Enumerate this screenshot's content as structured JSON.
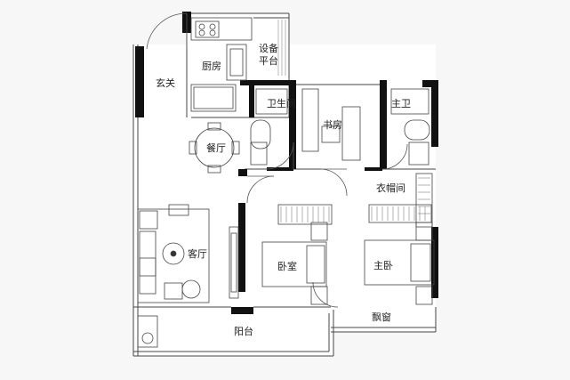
{
  "rooms": {
    "entrance": "玄关",
    "kitchen": "厨房",
    "equipment_platform": "设备平台",
    "bathroom": "卫生间",
    "study": "书房",
    "master_bath": "主卫",
    "dining": "餐厅",
    "cloakroom": "衣帽间",
    "living_room": "客厅",
    "bedroom": "卧室",
    "master_bedroom": "主卧",
    "bay_window": "飘窗",
    "balcony": "阳台"
  },
  "colors": {
    "wall": "#111111",
    "line": "#444444",
    "background": "#f7f7f7",
    "floor": "#ffffff"
  }
}
